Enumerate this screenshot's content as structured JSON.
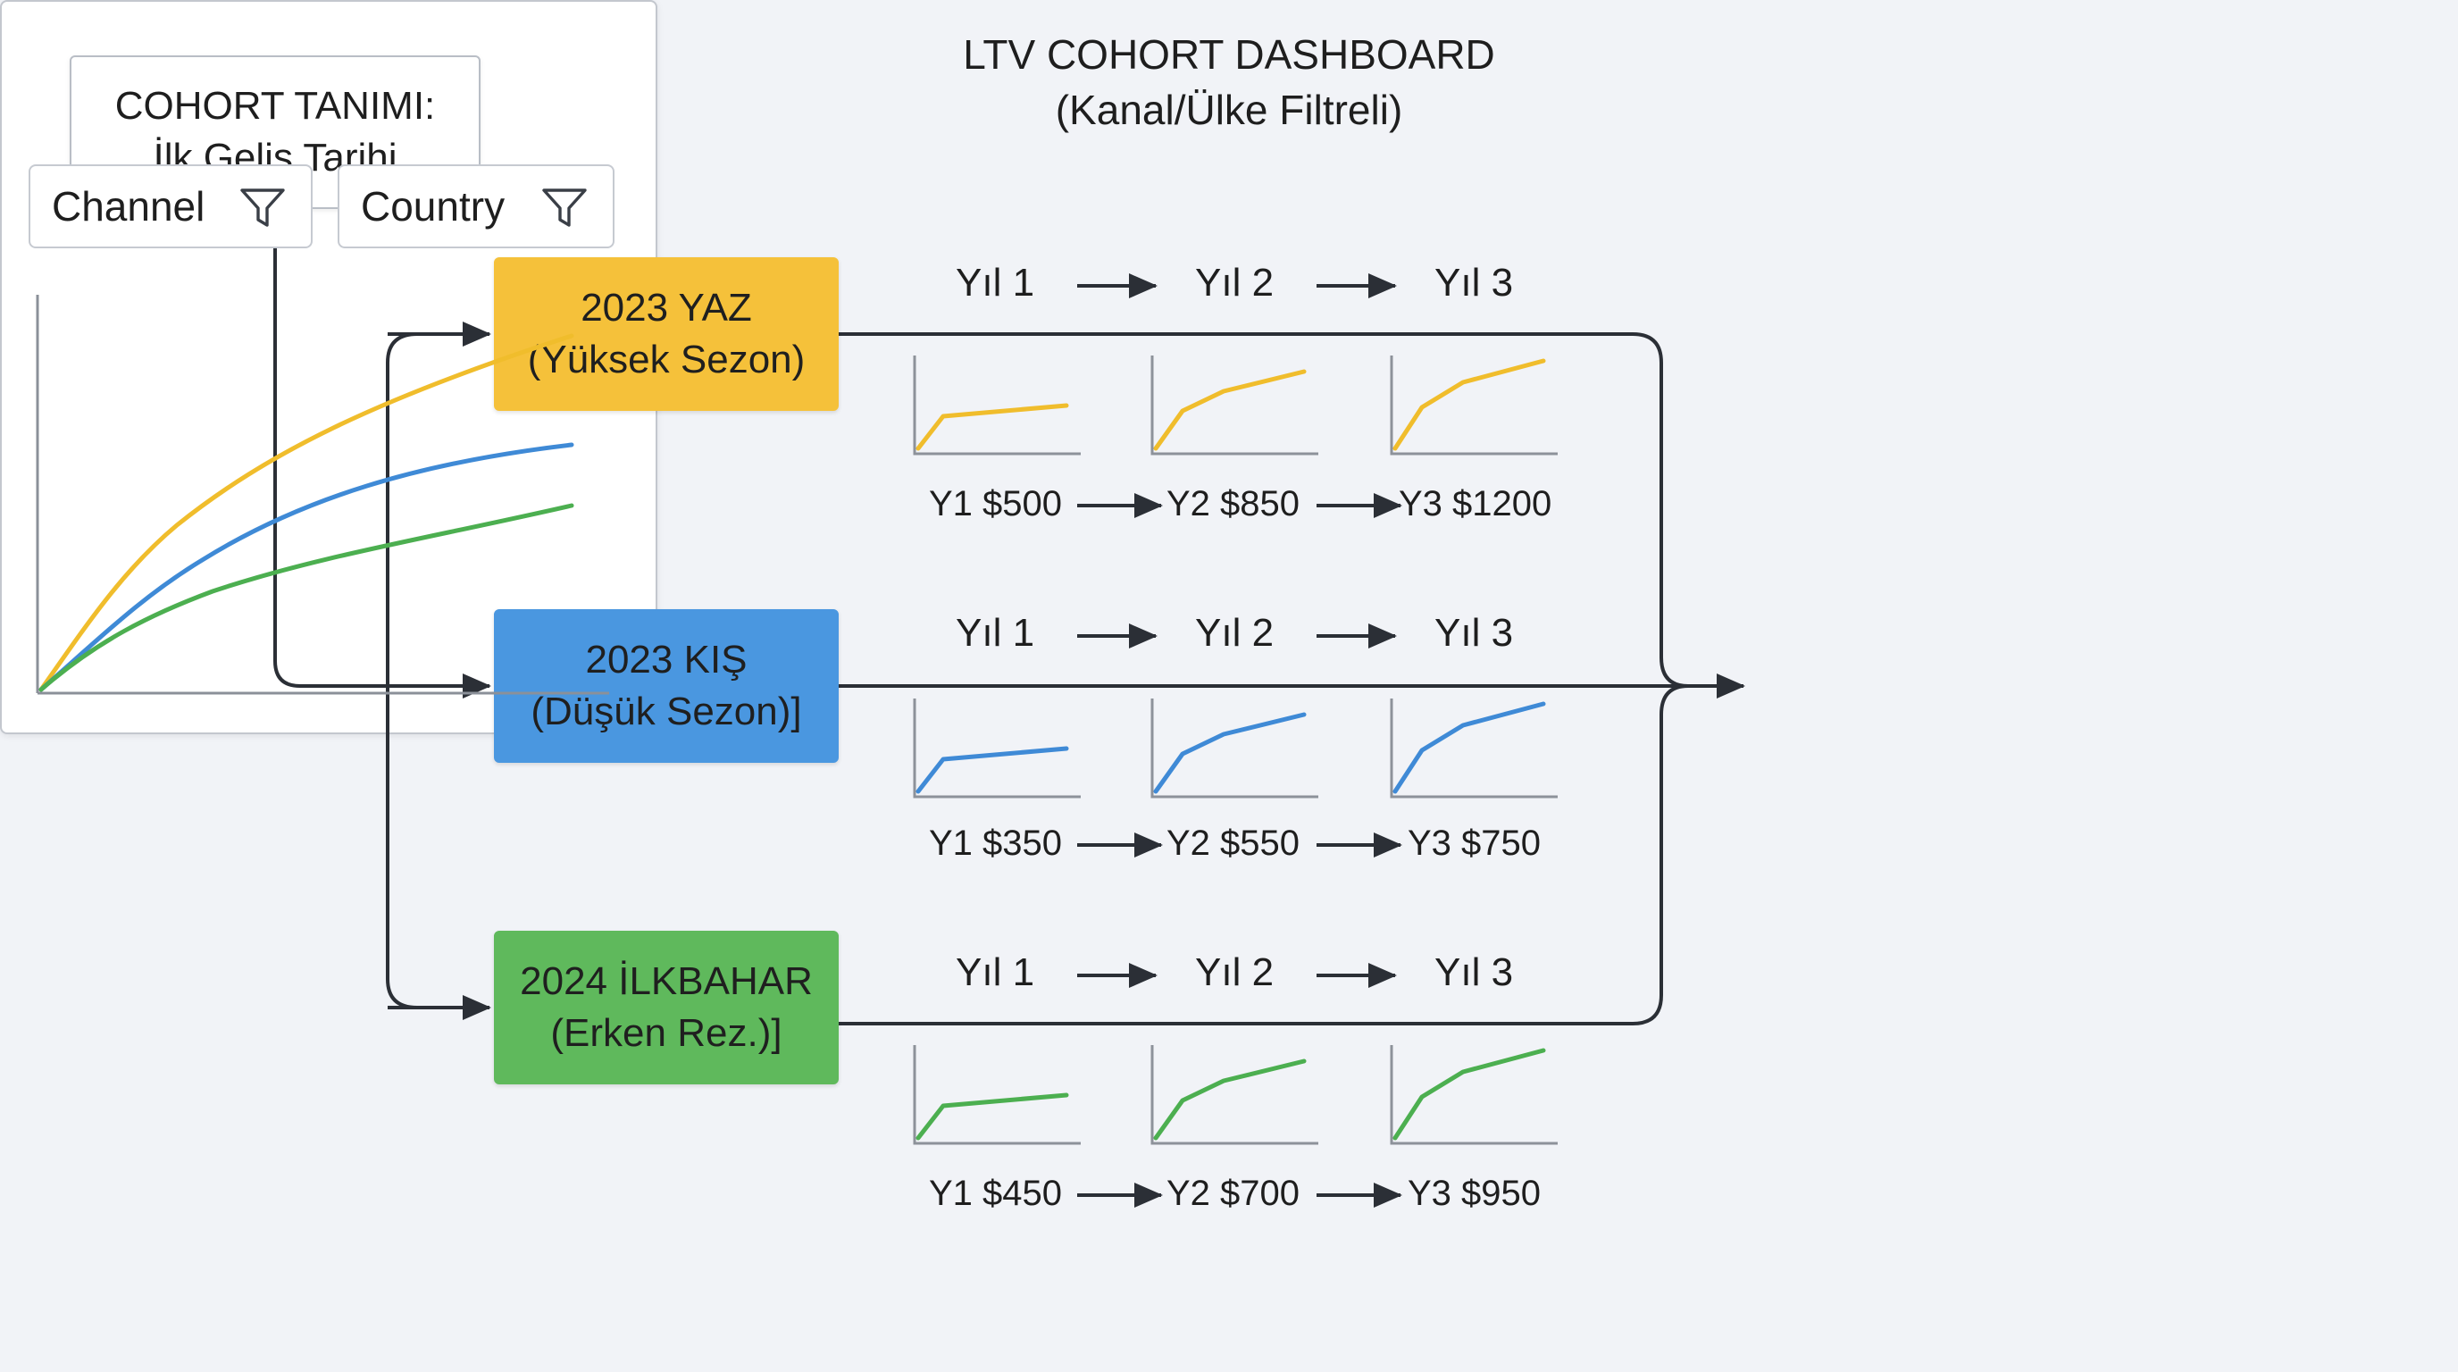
{
  "definition": {
    "line1": "COHORT TANIMI:",
    "line2": "İlk Geliş Tarihi"
  },
  "cohorts": [
    {
      "name": "2023 YAZ",
      "sub": "(Yüksek Sezon)",
      "color": "#f5c13a",
      "line_color": "#f0bd2c",
      "year_labels": [
        "Yıl 1",
        "Yıl 2",
        "Yıl 3"
      ],
      "values": [
        "Y1 $500",
        "Y2 $850",
        "Y3 $1200"
      ]
    },
    {
      "name": "2023 KIŞ",
      "sub": "(Düşük Sezon)]",
      "color": "#4a97e0",
      "line_color": "#3f8ad6",
      "year_labels": [
        "Yıl 1",
        "Yıl 2",
        "Yıl 3"
      ],
      "values": [
        "Y1 $350",
        "Y2 $550",
        "Y3 $750"
      ]
    },
    {
      "name": "2024 İLKBAHAR",
      "sub": "(Erken Rez.)]",
      "color": "#5fb95c",
      "line_color": "#4caf50",
      "year_labels": [
        "Yıl 1",
        "Yıl 2",
        "Yıl 3"
      ],
      "values": [
        "Y1 $450",
        "Y2 $700",
        "Y3 $950"
      ]
    }
  ],
  "dashboard": {
    "title_line1": "LTV COHORT DASHBOARD",
    "title_line2": "(Kanal/Ülke Filtreli)",
    "filters": [
      {
        "label": "Channel",
        "icon": "filter-icon"
      },
      {
        "label": "Country",
        "icon": "filter-icon"
      }
    ]
  },
  "colors": {
    "connector": "#2b2f36",
    "background": "#f1f3f7"
  }
}
